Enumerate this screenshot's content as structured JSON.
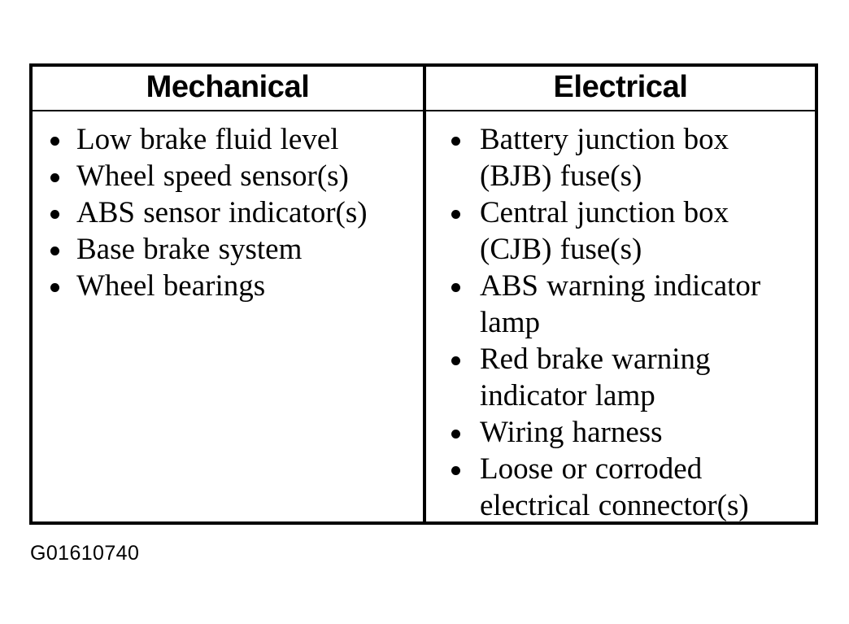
{
  "document": {
    "type": "scanned-service-manual-figure",
    "caption": "G01610740"
  },
  "table": {
    "columns": [
      {
        "id": "mechanical",
        "header": "Mechanical",
        "items": [
          "Low brake fluid level",
          "Wheel speed sensor(s)",
          "ABS sensor indicator(s)",
          "Base brake system",
          "Wheel bearings"
        ]
      },
      {
        "id": "electrical",
        "header": "Electrical",
        "items": [
          "Battery junction box (BJB) fuse(s)",
          "Central junction box (CJB) fuse(s)",
          "ABS warning indicator lamp",
          "Red brake warning indicator lamp",
          "Wiring harness",
          "Loose or corroded electrical connector(s)"
        ]
      }
    ]
  },
  "colors": {
    "ink": "#000000",
    "paper": "#ffffff"
  }
}
